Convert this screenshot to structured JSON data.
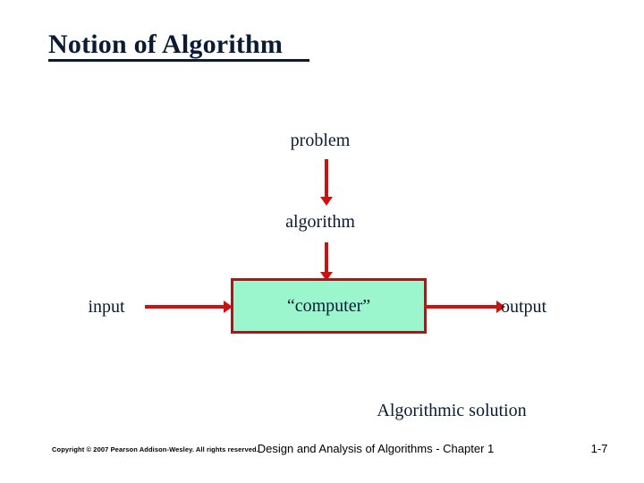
{
  "slide": {
    "title": "Notion of Algorithm",
    "background_color": "#ffffff",
    "title_color": "#0b1b33"
  },
  "diagram": {
    "accent_color": "#cc1111",
    "box_fill_color": "#9bf6cd",
    "box_border_color": "#a01b1b",
    "nodes": [
      {
        "id": "problem",
        "label": "problem"
      },
      {
        "id": "algorithm",
        "label": "algorithm"
      },
      {
        "id": "input",
        "label": "input"
      },
      {
        "id": "computer",
        "label": "“computer”"
      },
      {
        "id": "output",
        "label": "output"
      }
    ],
    "caption": "Algorithmic solution"
  },
  "footer": {
    "copyright": "Copyright © 2007 Pearson Addison-Wesley. All rights reserved.",
    "center": "Design and Analysis of Algorithms - Chapter 1",
    "page": "1-7"
  }
}
